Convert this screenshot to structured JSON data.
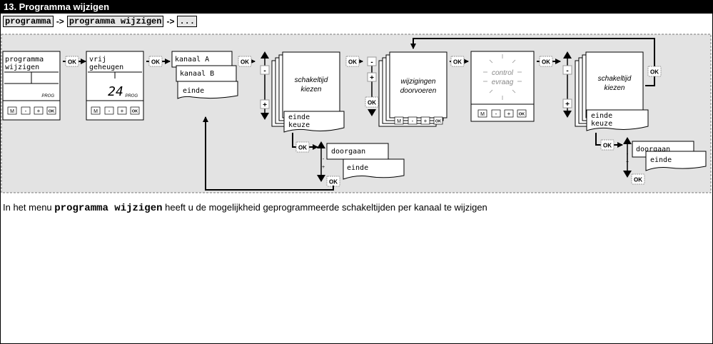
{
  "header": {
    "title": "13. Programma wijzigen"
  },
  "breadcrumb": {
    "items": [
      "programma",
      "programma wijzigen",
      "..."
    ],
    "separator": "->"
  },
  "diagram": {
    "ok_label": "OK",
    "minus_label": "-",
    "plus_label": "+",
    "m_label": "M",
    "prog_label": "PROG",
    "device1": {
      "line1": "programma",
      "line2": "wijzigen"
    },
    "device2": {
      "line1": "vrij",
      "line2": "geheugen",
      "value": "24"
    },
    "channel_menu": {
      "item1": "kanaal A",
      "item2": "kanaal B",
      "item3": "einde"
    },
    "stack1": {
      "line1": "schakeltijd",
      "line2": "kiezen"
    },
    "stack1_card": {
      "line1": "einde",
      "line2": "keuze"
    },
    "sub1": {
      "item1": "doorgaan",
      "item2": "einde"
    },
    "stack2": {
      "line1": "wijzigingen",
      "line2": "doorvoeren"
    },
    "device3": {
      "line1": "control",
      "line2": "evraag"
    },
    "stack3": {
      "line1": "schakeltijd",
      "line2": "kiezen"
    },
    "stack3_card": {
      "line1": "einde",
      "line2": "keuze"
    },
    "sub2": {
      "item1": "doorgaan",
      "item2": "einde"
    }
  },
  "caption": {
    "before": "In het menu ",
    "highlight": "programma wijzigen",
    "after": " heeft u de mogelijkheid geprogrammeerde schakeltijden per kanaal te wijzigen"
  }
}
